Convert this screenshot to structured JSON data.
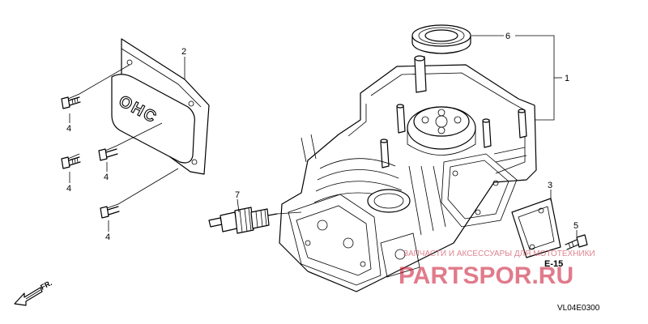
{
  "callouts": {
    "c1": "1",
    "c2": "2",
    "c3": "3",
    "c4a": "4",
    "c4b": "4",
    "c4c": "4",
    "c4d": "4",
    "c5": "5",
    "c6": "6",
    "c7": "7"
  },
  "cover_lettering": "OHC",
  "reference": "E-15",
  "front_label": "FR.",
  "diagram_code": "VL04E0300",
  "watermark": {
    "tagline": "ЗАПЧАСТИ И АКСЕССУАРЫ ДЛЯ МОТОТЕХНИКИ",
    "site": "PARTSPOR.RU"
  },
  "colors": {
    "line": "#000000",
    "watermark": "#c8102e"
  }
}
